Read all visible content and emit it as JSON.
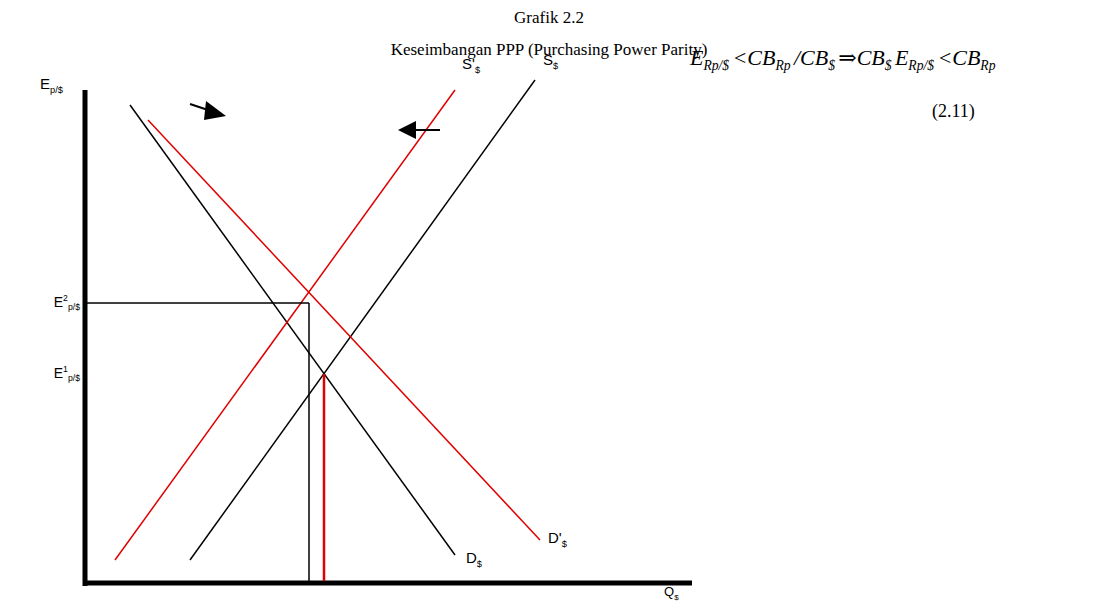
{
  "diagram": {
    "title": "Grafik 2.2",
    "labels": [
      "Keseimbangan PPP (Purchasing Power Parity)",
      "E",
      "p/$",
      "E",
      "2",
      "p/$",
      "E",
      "1",
      "p/$",
      "S'",
      "$",
      "S",
      "$",
      "D",
      "$",
      "D'",
      "$",
      "Q",
      "$",
      "E",
      "Rp/$",
      "<CB",
      "Rp",
      "/CB",
      "$",
      "⇒CB",
      "$",
      "E",
      "Rp/$",
      "<CB",
      "Rp",
      "(2.11)"
    ]
  }
}
